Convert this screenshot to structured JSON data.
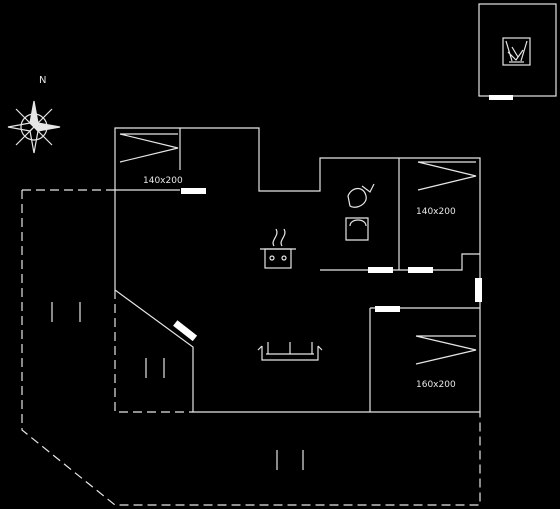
{
  "compass": {
    "label": "N"
  },
  "rooms": {
    "bedroom_top_left": {
      "bed_size": "140x200"
    },
    "bedroom_right_upper": {
      "bed_size": "140x200"
    },
    "bedroom_right_lower": {
      "bed_size": "160x200"
    }
  },
  "icons": {
    "kitchen": "stove-icon",
    "bathroom": "toilet-icon",
    "living": "sofa-icon",
    "outbuilding": "fireplace-icon",
    "compass": "compass-rose-icon"
  },
  "colors": {
    "background": "#000000",
    "lines": "#e6e6e6"
  }
}
